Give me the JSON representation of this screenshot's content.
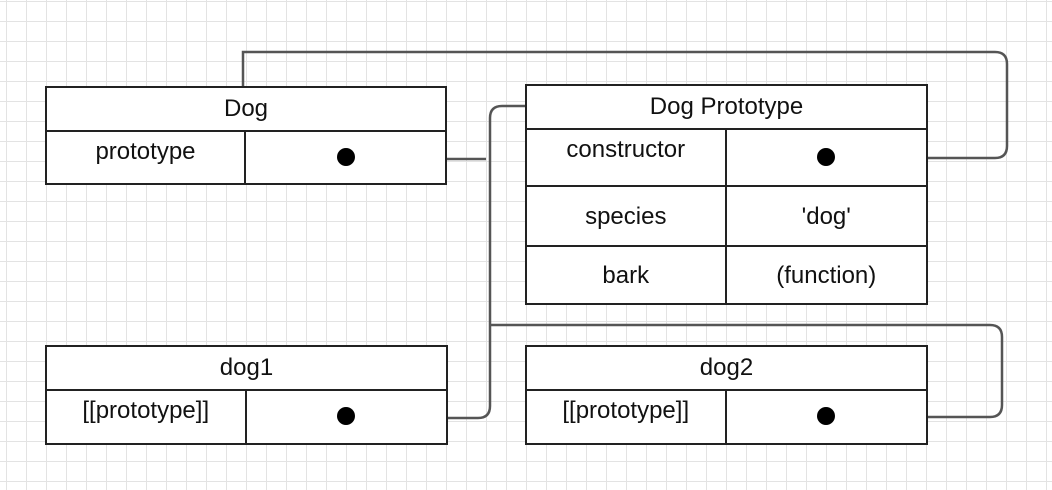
{
  "dog": {
    "title": "Dog",
    "rows": [
      {
        "key": "prototype",
        "value": ""
      }
    ]
  },
  "dog_prototype": {
    "title": "Dog Prototype",
    "rows": [
      {
        "key": "constructor",
        "value": ""
      },
      {
        "key": "species",
        "value": "'dog'"
      },
      {
        "key": "bark",
        "value": "(function)"
      }
    ]
  },
  "dog1": {
    "title": "dog1",
    "rows": [
      {
        "key": "[[prototype]]",
        "value": ""
      }
    ]
  },
  "dog2": {
    "title": "dog2",
    "rows": [
      {
        "key": "[[prototype]]",
        "value": ""
      }
    ]
  },
  "colors": {
    "line": "#555555",
    "border": "#222222",
    "grid": "#e3e3e3"
  }
}
